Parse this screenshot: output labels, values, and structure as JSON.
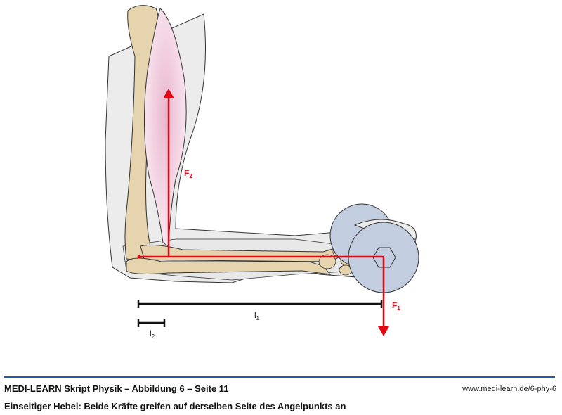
{
  "diagram": {
    "labels": {
      "f1": "F",
      "f1_sub": "1",
      "f2": "F",
      "f2_sub": "2",
      "l1": "l",
      "l1_sub": "1",
      "l2": "l",
      "l2_sub": "2"
    },
    "colors": {
      "force": "#e30613",
      "bone": "#e6d4ae",
      "skin": "#ececec",
      "muscle": "#f2c9dc",
      "weight": "#c3cde0",
      "rule": "#1f5aa6"
    }
  },
  "footer": {
    "title": "MEDI-LEARN Skript Physik – Abbildung 6 – Seite 11",
    "url": "www.medi-learn.de/6-phy-6",
    "caption": "Einseitiger Hebel: Beide Kräfte greifen auf derselben Seite des Angelpunkts an"
  }
}
